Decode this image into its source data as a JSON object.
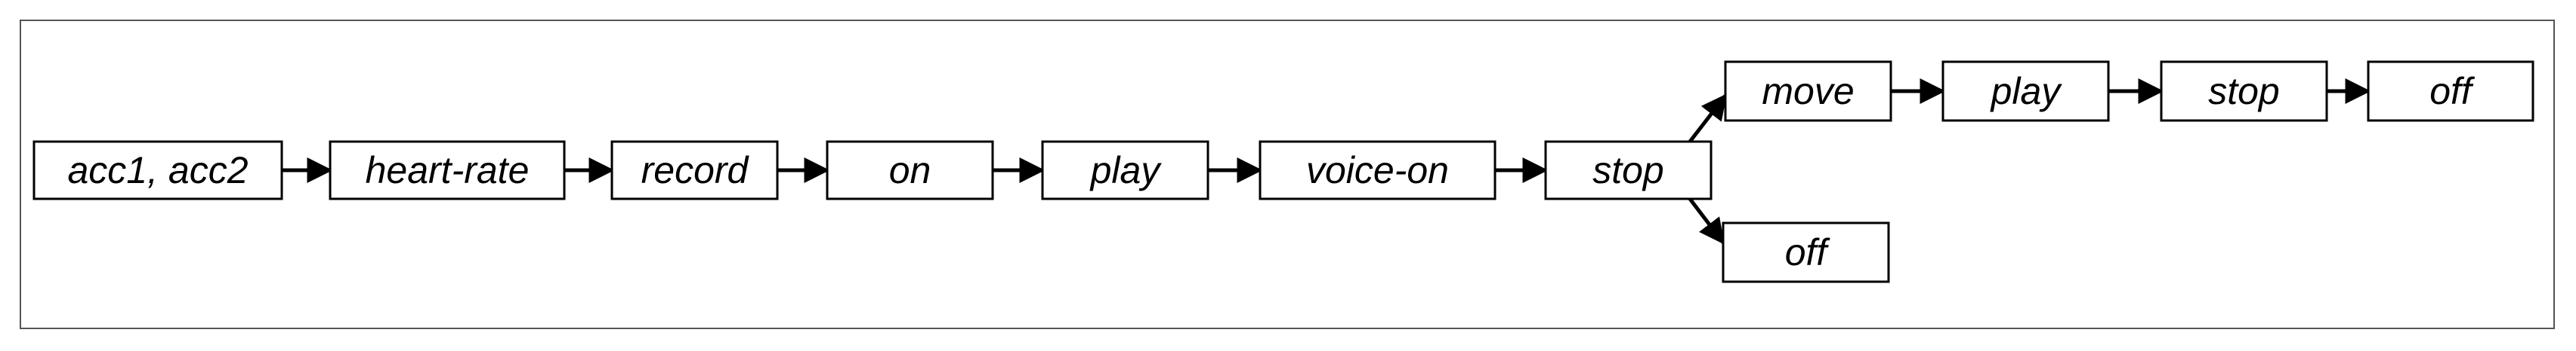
{
  "diagram": {
    "nodes": [
      {
        "id": "n1",
        "label": "acc1, acc2"
      },
      {
        "id": "n2",
        "label": "heart-rate"
      },
      {
        "id": "n3",
        "label": "record"
      },
      {
        "id": "n4",
        "label": "on"
      },
      {
        "id": "n5",
        "label": "play"
      },
      {
        "id": "n6",
        "label": "voice-on"
      },
      {
        "id": "n7",
        "label": "stop"
      },
      {
        "id": "n8",
        "label": "move"
      },
      {
        "id": "n9",
        "label": "play"
      },
      {
        "id": "n10",
        "label": "stop"
      },
      {
        "id": "n11",
        "label": "off"
      },
      {
        "id": "n12",
        "label": "off"
      }
    ],
    "edges": [
      {
        "from": "n1",
        "to": "n2"
      },
      {
        "from": "n2",
        "to": "n3"
      },
      {
        "from": "n3",
        "to": "n4"
      },
      {
        "from": "n4",
        "to": "n5"
      },
      {
        "from": "n5",
        "to": "n6"
      },
      {
        "from": "n6",
        "to": "n7"
      },
      {
        "from": "n7",
        "to": "n8"
      },
      {
        "from": "n7",
        "to": "n12"
      },
      {
        "from": "n8",
        "to": "n9"
      },
      {
        "from": "n9",
        "to": "n10"
      },
      {
        "from": "n10",
        "to": "n11"
      }
    ],
    "colors": {
      "stroke": "#000000",
      "frame": "#555555",
      "background": "#ffffff"
    }
  }
}
